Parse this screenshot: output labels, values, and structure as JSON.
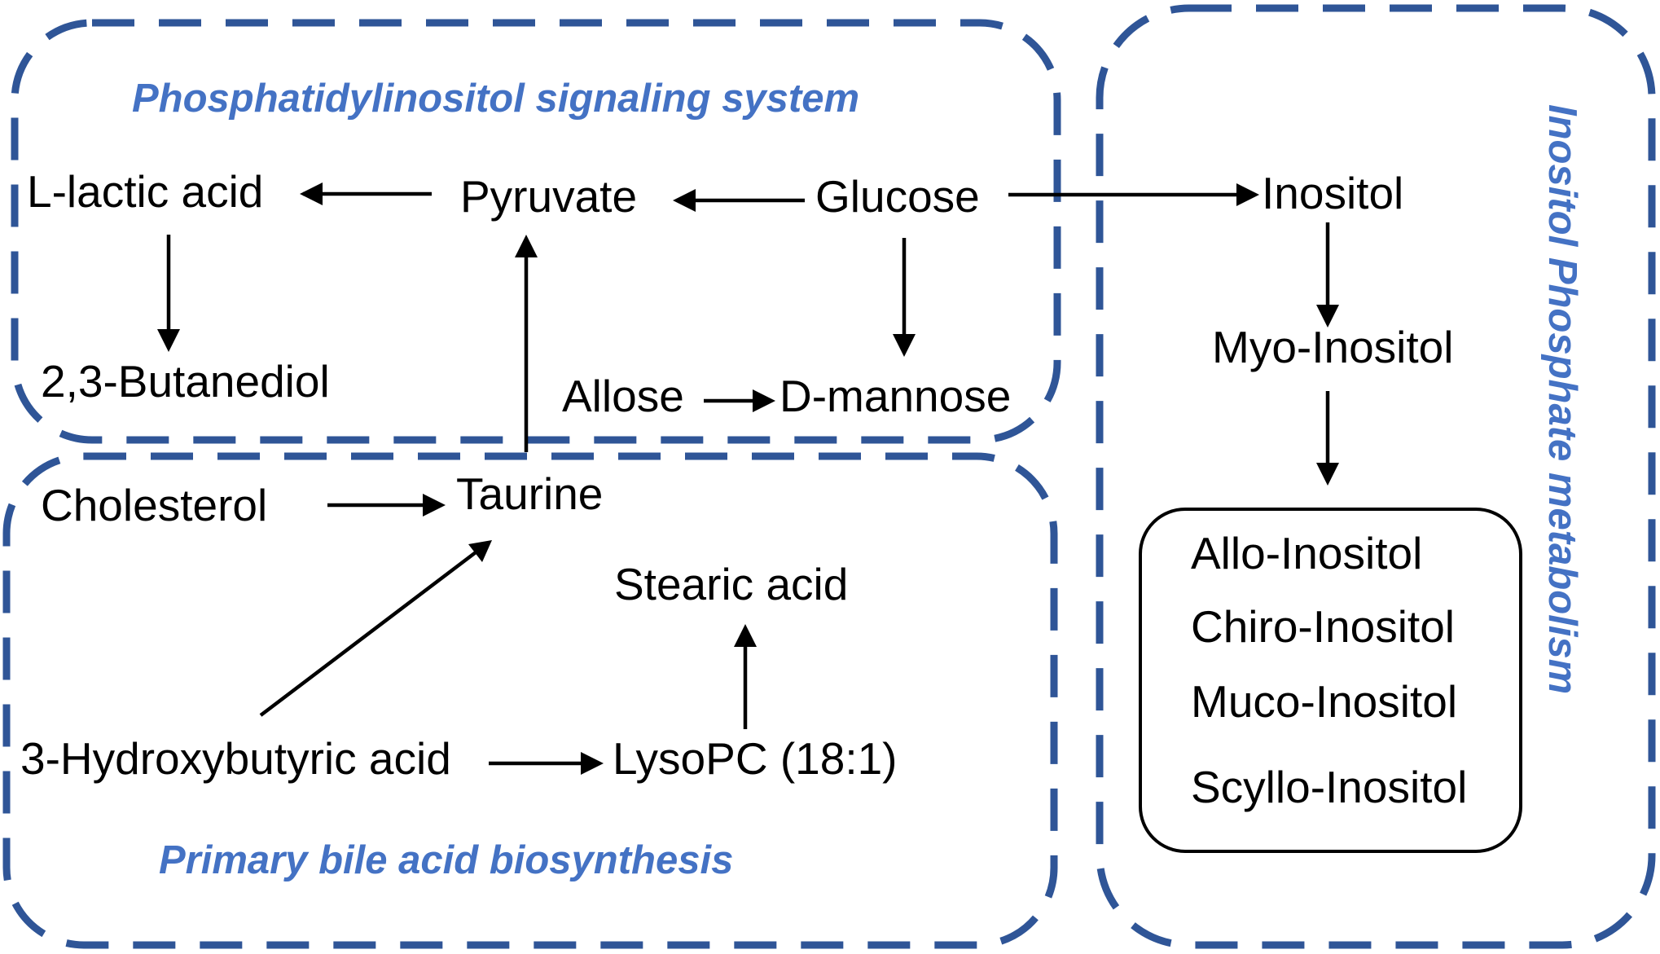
{
  "colors": {
    "region_stroke": "#2f5597",
    "label_text": "#4472c4",
    "arrow": "#000000",
    "node_text": "#000000",
    "background": "#ffffff"
  },
  "regions": {
    "pi_signaling": "Phosphatidylinositol signaling system",
    "bile_acid": "Primary bile acid biosynthesis",
    "inositol_phosphate": "Inositol Phosphate metabolism"
  },
  "nodes": {
    "l_lactic_acid": "L-lactic acid",
    "pyruvate": "Pyruvate",
    "glucose": "Glucose",
    "inositol": "Inositol",
    "butanediol": "2,3-Butanediol",
    "allose": "Allose",
    "d_mannose": "D-mannose",
    "myo_inositol": "Myo-Inositol",
    "cholesterol": "Cholesterol",
    "taurine": "Taurine",
    "stearic_acid": "Stearic acid",
    "hydroxybutyric_acid": "3-Hydroxybutyric acid",
    "lysopc": "LysoPC (18:1)"
  },
  "inositol_isomers": [
    "Allo-Inositol",
    "Chiro-Inositol",
    "Muco-Inositol",
    "Scyllo-Inositol"
  ],
  "edges": [
    {
      "from": "Pyruvate",
      "to": "L-lactic acid"
    },
    {
      "from": "Glucose",
      "to": "Pyruvate"
    },
    {
      "from": "Glucose",
      "to": "Inositol"
    },
    {
      "from": "L-lactic acid",
      "to": "2,3-Butanediol"
    },
    {
      "from": "Glucose",
      "to": "D-mannose"
    },
    {
      "from": "Allose",
      "to": "D-mannose"
    },
    {
      "from": "Taurine",
      "to": "Pyruvate"
    },
    {
      "from": "Cholesterol",
      "to": "Taurine"
    },
    {
      "from": "3-Hydroxybutyric acid",
      "to": "Taurine"
    },
    {
      "from": "3-Hydroxybutyric acid",
      "to": "LysoPC (18:1)"
    },
    {
      "from": "LysoPC (18:1)",
      "to": "Stearic acid"
    },
    {
      "from": "Inositol",
      "to": "Myo-Inositol"
    },
    {
      "from": "Myo-Inositol",
      "to": "Inositol isomers"
    }
  ]
}
